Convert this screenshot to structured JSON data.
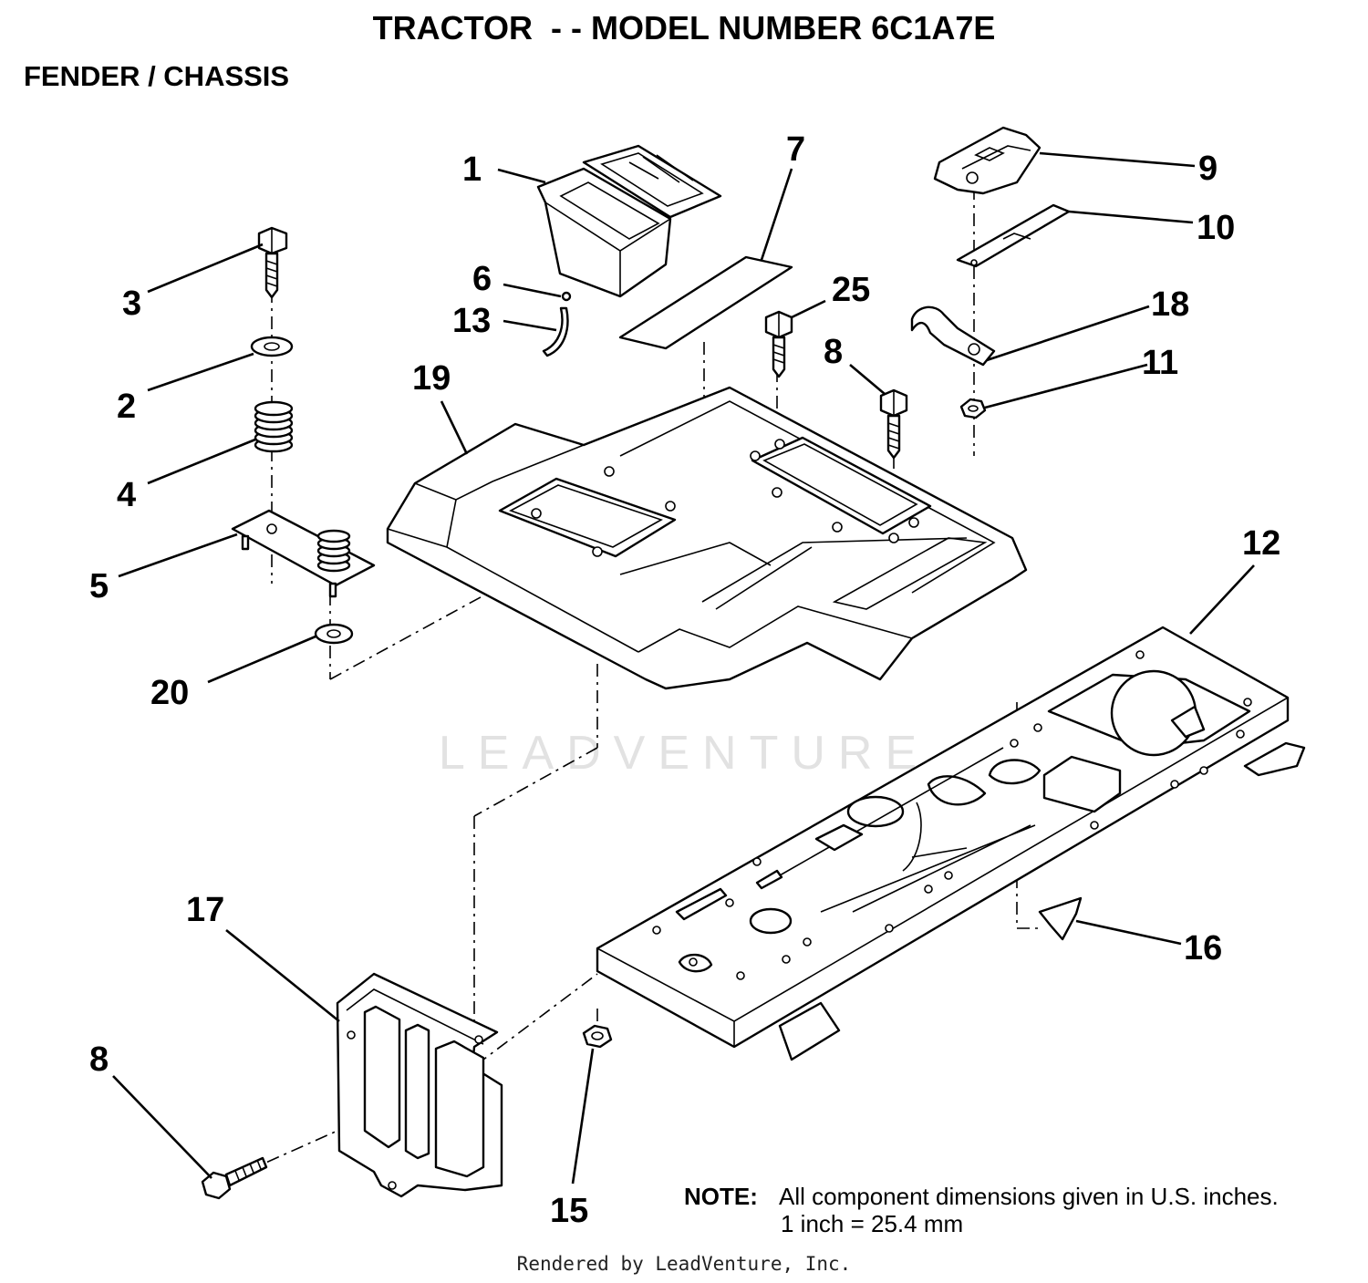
{
  "title": "TRACTOR  - - MODEL NUMBER 6C1A7E",
  "subtitle": "FENDER / CHASSIS",
  "callouts": {
    "c1": "1",
    "c2": "2",
    "c3": "3",
    "c4": "4",
    "c5": "5",
    "c6": "6",
    "c7": "7",
    "c8a": "8",
    "c8b": "8",
    "c9": "9",
    "c10": "10",
    "c11": "11",
    "c12": "12",
    "c13": "13",
    "c15": "15",
    "c16": "16",
    "c17": "17",
    "c18": "18",
    "c19": "19",
    "c20": "20",
    "c25": "25"
  },
  "note": {
    "label": "NOTE:",
    "line1": "All component dimensions given in U.S. inches.",
    "line2": "1 inch = 25.4 mm"
  },
  "watermark": "LEADVENTURE",
  "footer": "Rendered by LeadVenture, Inc."
}
